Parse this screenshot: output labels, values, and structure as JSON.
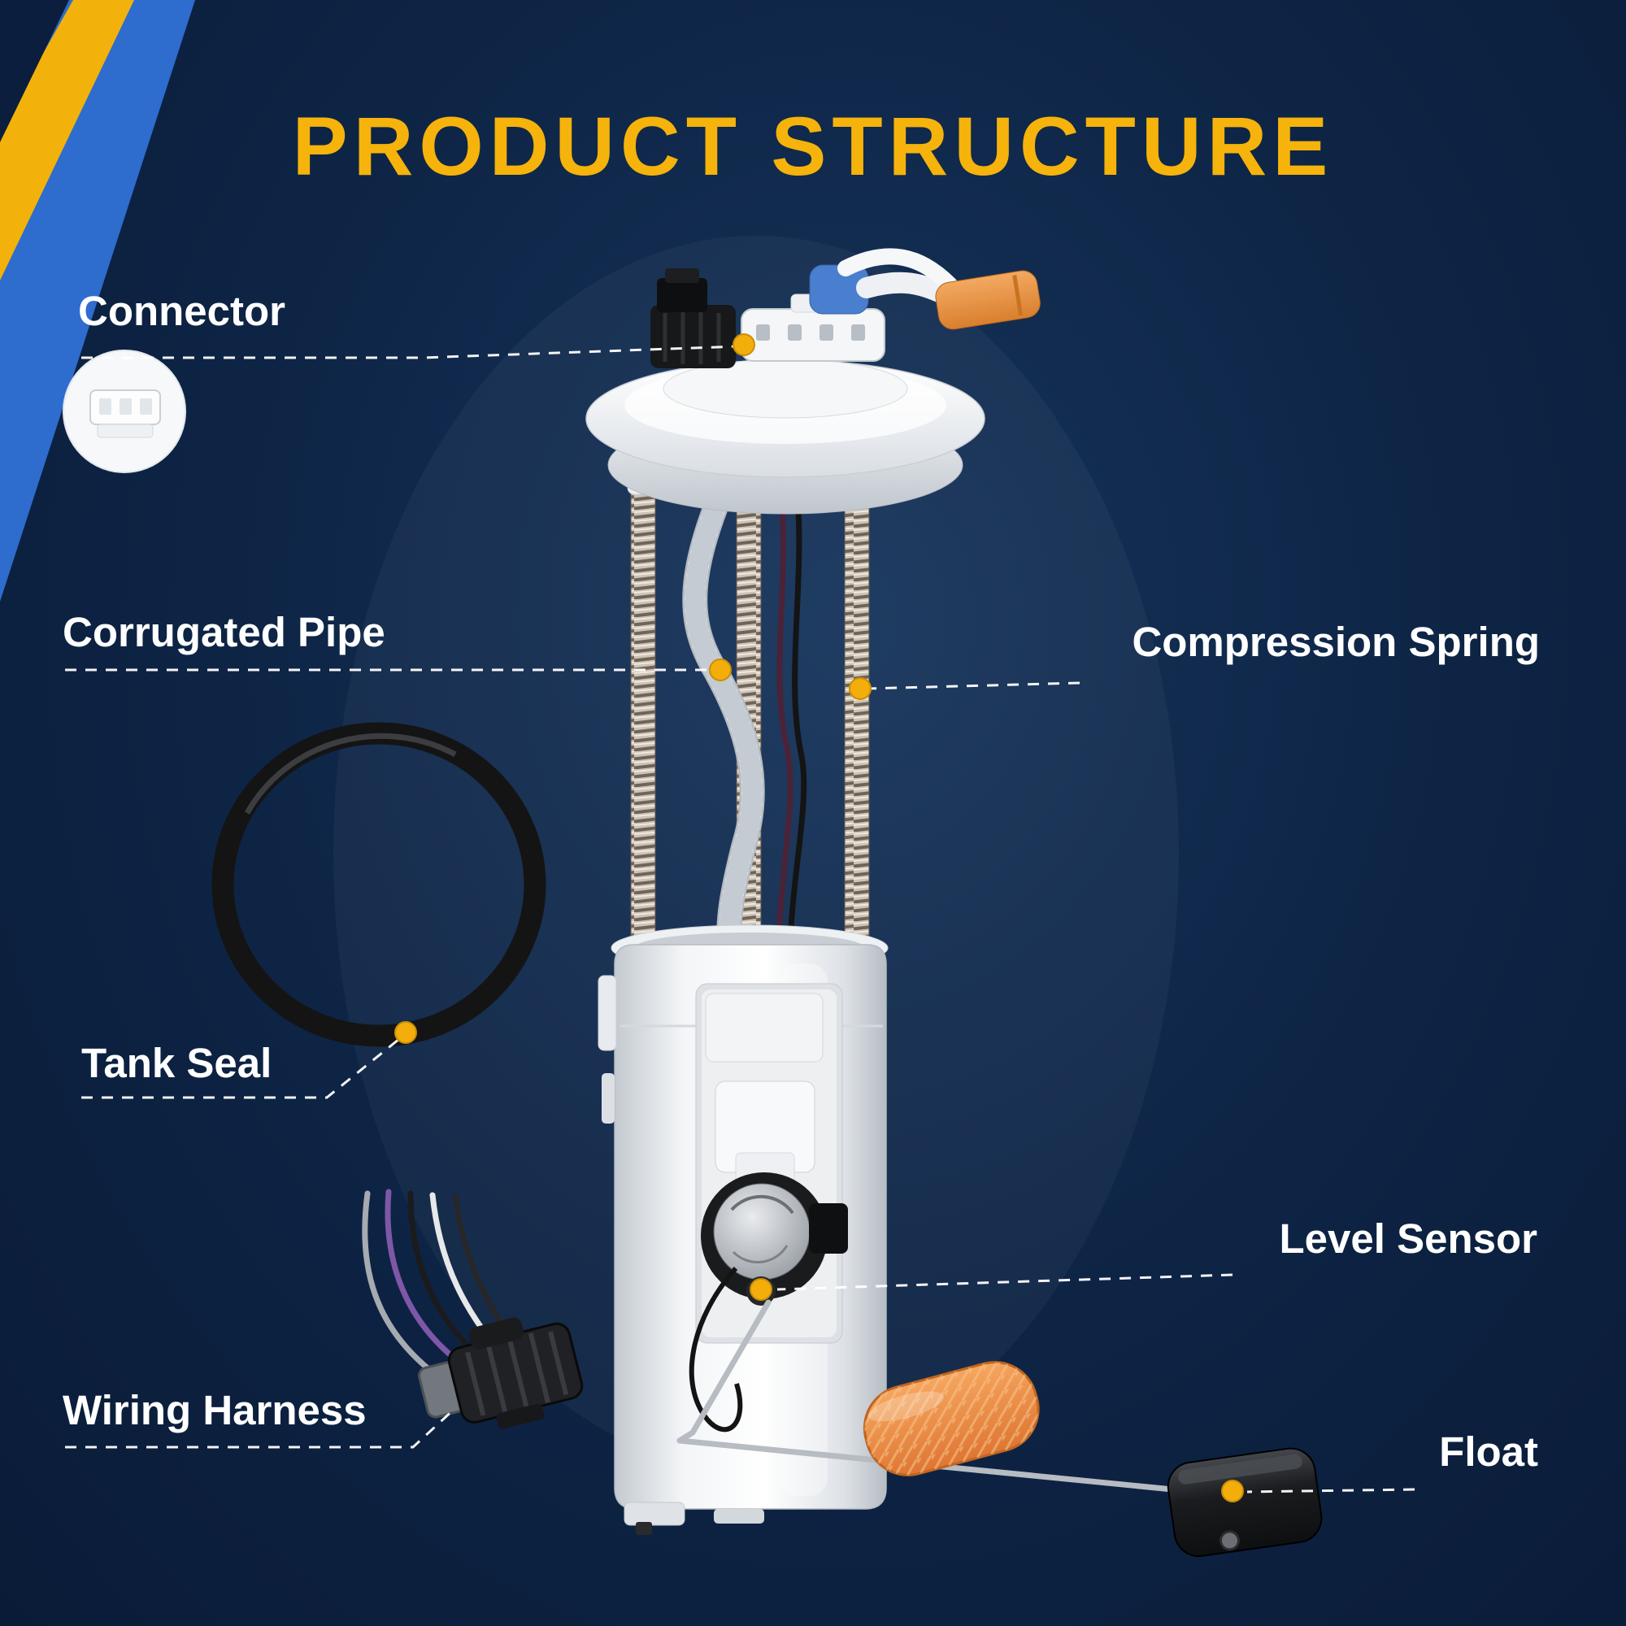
{
  "title": "PRODUCT STRUCTURE",
  "theme": {
    "background_navy": "#0e2546",
    "accent_yellow": "#f5b30b",
    "stripe_blue": "#2e6cce",
    "label_color": "#ffffff"
  },
  "labels": {
    "connector": "Connector",
    "corrugated_pipe": "Corrugated Pipe",
    "tank_seal": "Tank Seal",
    "wiring_harness": "Wiring Harness",
    "compression_spring": "Compression Spring",
    "level_sensor": "Level Sensor",
    "float": "Float"
  }
}
